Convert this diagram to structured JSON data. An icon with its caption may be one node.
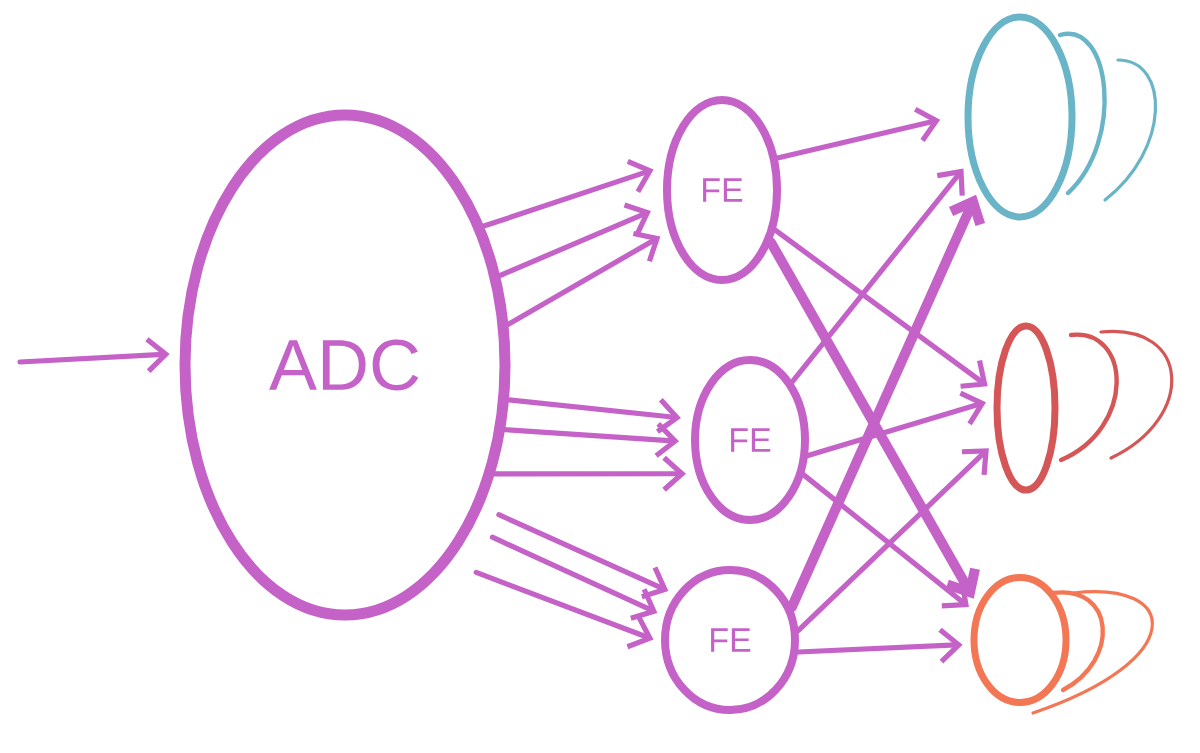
{
  "diagram": {
    "nodes": [
      {
        "text": [
          "ADC"
        ]
      },
      {
        "text": [
          "FE"
        ]
      },
      {
        "text": [
          "FE"
        ]
      },
      {
        "text": [
          "FE"
        ]
      },
      {
        "text": [],
        "shape": "oval"
      },
      {
        "text": [],
        "shape": "oval"
      },
      {
        "text": [],
        "shape": "oval"
      }
    ],
    "edges": [
      {
        "from": null,
        "to": 0,
        "arrow": "to"
      },
      {
        "from": 0,
        "to": 1,
        "arrow": "to"
      },
      {
        "from": 0,
        "to": 1,
        "arrow": "to"
      },
      {
        "from": 0,
        "to": 1,
        "arrow": "to"
      },
      {
        "from": 0,
        "to": 2,
        "arrow": "to"
      },
      {
        "from": 0,
        "to": 2,
        "arrow": "to"
      },
      {
        "from": 0,
        "to": 2,
        "arrow": "to"
      },
      {
        "from": 0,
        "to": 3,
        "arrow": "to"
      },
      {
        "from": 0,
        "to": 3,
        "arrow": "to"
      },
      {
        "from": 0,
        "to": 3,
        "arrow": "to"
      },
      {
        "from": 1,
        "to": 4,
        "arrow": "to"
      },
      {
        "from": 1,
        "to": 5,
        "arrow": "to"
      },
      {
        "from": 1,
        "to": 6,
        "arrow": "to",
        "style": "thick"
      },
      {
        "from": 2,
        "to": 4,
        "arrow": "to"
      },
      {
        "from": 2,
        "to": 5,
        "arrow": "to"
      },
      {
        "from": 2,
        "to": 6,
        "arrow": "to"
      },
      {
        "from": 3,
        "to": 4,
        "arrow": "to",
        "style": "thick"
      },
      {
        "from": 3,
        "to": 5,
        "arrow": "to"
      },
      {
        "from": 3,
        "to": 6,
        "arrow": "to"
      }
    ]
  }
}
